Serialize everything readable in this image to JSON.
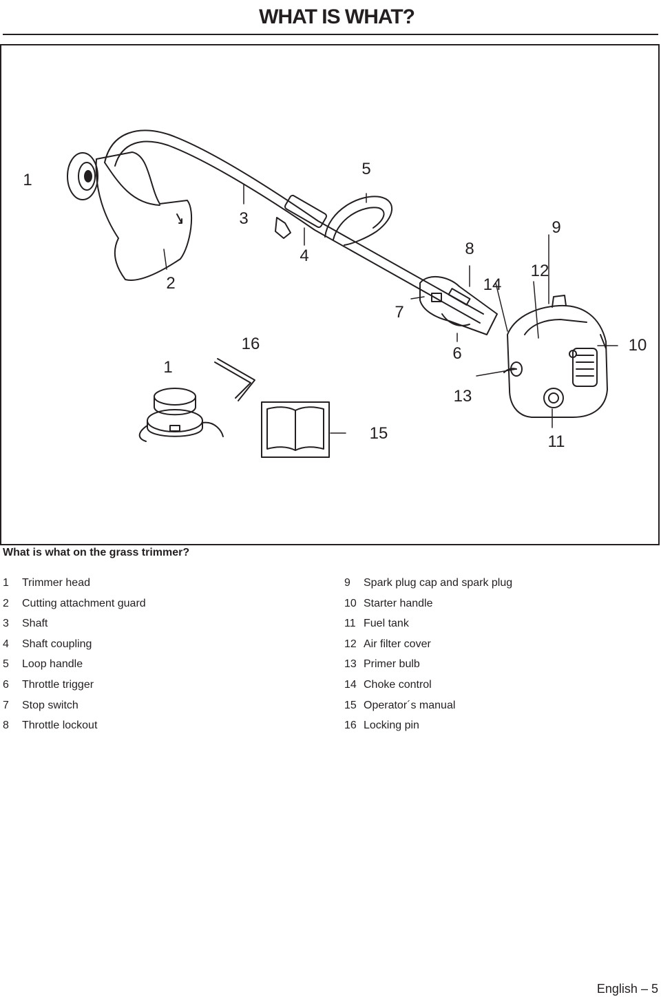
{
  "header": {
    "title": "WHAT IS WHAT?"
  },
  "figure": {
    "callouts": [
      "1",
      "2",
      "3",
      "4",
      "5",
      "6",
      "7",
      "8",
      "9",
      "10",
      "11",
      "12",
      "13",
      "14",
      "15",
      "16",
      "1"
    ]
  },
  "caption": "What is what on the grass trimmer?",
  "legend": {
    "left": [
      {
        "num": "1",
        "label": "Trimmer head"
      },
      {
        "num": "2",
        "label": "Cutting attachment guard"
      },
      {
        "num": "3",
        "label": "Shaft"
      },
      {
        "num": "4",
        "label": "Shaft coupling"
      },
      {
        "num": "5",
        "label": "Loop handle"
      },
      {
        "num": "6",
        "label": "Throttle trigger"
      },
      {
        "num": "7",
        "label": "Stop switch"
      },
      {
        "num": "8",
        "label": "Throttle lockout"
      }
    ],
    "right": [
      {
        "num": "9",
        "label": "Spark plug cap and spark plug"
      },
      {
        "num": "10",
        "label": "Starter handle"
      },
      {
        "num": "11",
        "label": "Fuel tank"
      },
      {
        "num": "12",
        "label": "Air filter cover"
      },
      {
        "num": "13",
        "label": "Primer bulb"
      },
      {
        "num": "14",
        "label": "Choke control"
      },
      {
        "num": "15",
        "label": "Operator´s manual"
      },
      {
        "num": "16",
        "label": "Locking pin"
      }
    ]
  },
  "footer": {
    "language": "English",
    "separator": "–",
    "page": "5"
  }
}
